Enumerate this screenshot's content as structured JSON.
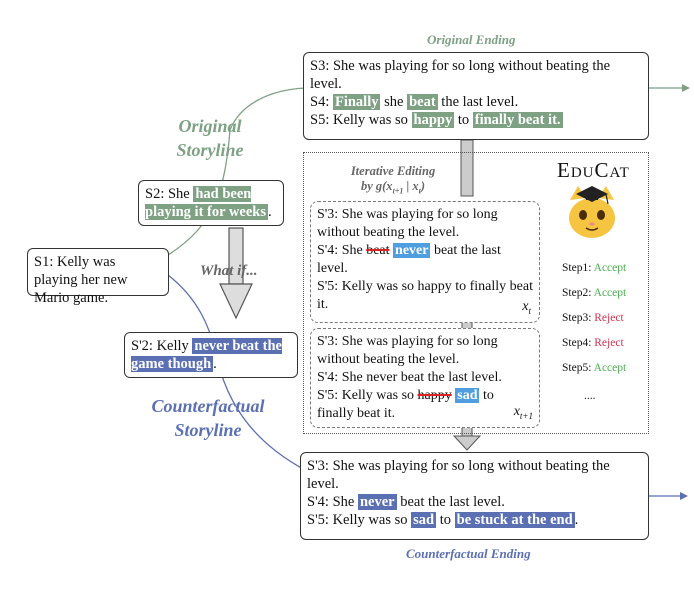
{
  "labels": {
    "original_ending": "Original Ending",
    "original_storyline_1": "Original",
    "original_storyline_2": "Storyline",
    "what_if": "What if...",
    "counterfactual_storyline_1": "Counterfactual",
    "counterfactual_storyline_2": "Storyline",
    "counterfactual_ending": "Counterfactual Ending",
    "iterative_editing": "Iterative Editing",
    "by_g": "by g(x",
    "by_g_sub": "t+1",
    "by_g_mid": " | x",
    "by_g_sub2": "t",
    "by_g_end": ")",
    "educat": "EduCat",
    "xt": "x",
    "xt_sub": "t",
    "xt1": "x",
    "xt1_sub": "t+1"
  },
  "s1": "S1: Kelly was playing her new Mario game.",
  "s2": {
    "prefix": "S2: She ",
    "hl": "had been playing it for weeks",
    "suffix": "."
  },
  "s2p": {
    "prefix": "S'2: Kelly ",
    "hl": "never beat the game though",
    "suffix": "."
  },
  "orig_end": {
    "s3": "S3: She was playing for so long without beating the level.",
    "s4_hl1": "Finally",
    "s4_mid": " she ",
    "s4_hl2": "beat",
    "s4_end": " the last level.",
    "s5_pre": "S5: Kelly was so ",
    "s5_hl1": "happy",
    "s5_mid": " to ",
    "s5_hl2": "finally beat it."
  },
  "edit1": {
    "s3": "S'3: She was playing for so long without beating the level.",
    "s4_pre": "S'4: She ",
    "s4_strike": "beat",
    "s4_hl": "never",
    "s4_end": " beat the last level.",
    "s5": "S'5: Kelly was so happy to finally beat it."
  },
  "edit2": {
    "s3": "S'3: She was playing for so long without beating the level.",
    "s4": "S'4: She never beat the last level.",
    "s5_pre": "S'5: Kelly was so ",
    "s5_strike": "happy",
    "s5_hl": "sad",
    "s5_end": " to finally beat it."
  },
  "cf_end": {
    "s3": "S'3: She was playing for so long without beating the level.",
    "s4_pre": "S'4: She ",
    "s4_hl": "never",
    "s4_end": " beat the last level.",
    "s5_pre": "S'5: Kelly was so ",
    "s5_hl1": "sad",
    "s5_mid": " to ",
    "s5_hl2": "be stuck at the end",
    "s5_end": "."
  },
  "steps": [
    {
      "label": "Step1: ",
      "result": "Accept"
    },
    {
      "label": "Step2: ",
      "result": "Accept"
    },
    {
      "label": "Step3: ",
      "result": "Reject"
    },
    {
      "label": "Step4: ",
      "result": "Reject"
    },
    {
      "label": "Step5: ",
      "result": "Accept"
    }
  ],
  "steps_more": "....",
  "colors": {
    "green": "#7ea184",
    "blue": "#5b6fb3",
    "light_blue": "#4f9fe0",
    "accept": "#4caf50",
    "reject": "#d32f4f"
  }
}
